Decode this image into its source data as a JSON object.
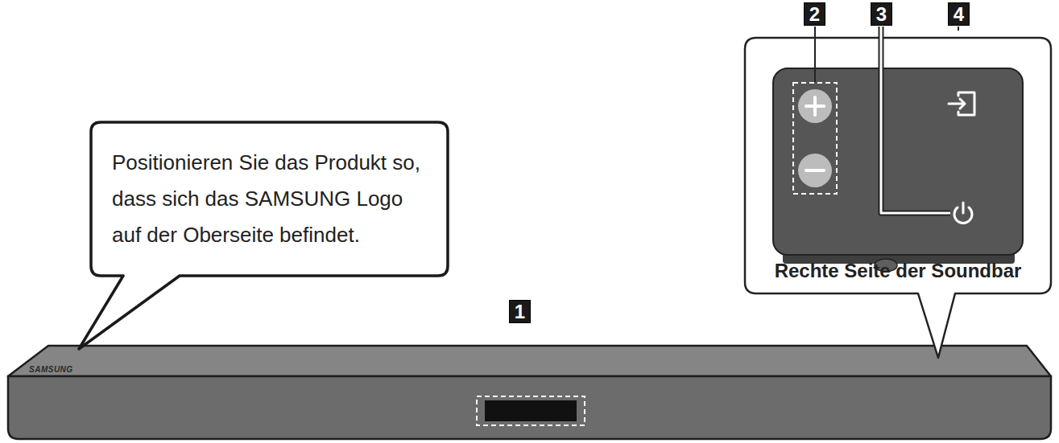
{
  "diagram": {
    "nodes": [
      {
        "text": [
          "Positionieren Sie das Produkt so, dass sich das SAMSUNG Logo auf der Oberseite befindet."
        ]
      },
      {
        "text": [
          "Rechte Seite der Soundbar"
        ]
      }
    ],
    "labels": [
      "1",
      "2",
      "3",
      "4",
      "SAMSUNG"
    ]
  }
}
